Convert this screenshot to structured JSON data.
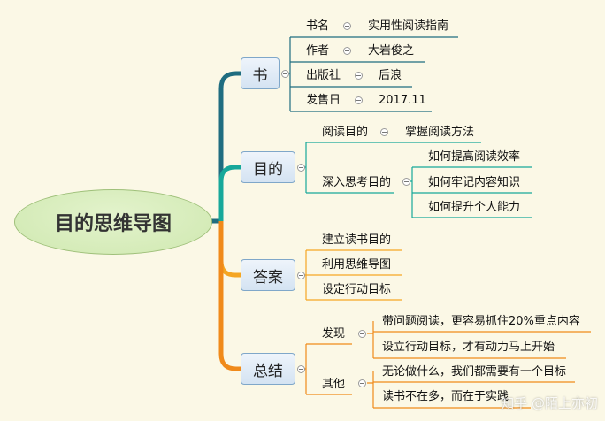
{
  "root": "目的思维导图",
  "branches": {
    "book": {
      "label": "书",
      "items": [
        {
          "label": "书名",
          "value": "实用性阅读指南"
        },
        {
          "label": "作者",
          "value": "大岩俊之"
        },
        {
          "label": "出版社",
          "value": "后浪"
        },
        {
          "label": "发售日",
          "value": "2017.11"
        }
      ]
    },
    "purpose": {
      "label": "目的",
      "reading_goal": {
        "label": "阅读目的",
        "value": "掌握阅读方法"
      },
      "deep_goal": {
        "label": "深入思考目的",
        "items": [
          "如何提高阅读效率",
          "如何牢记内容知识",
          "如何提升个人能力"
        ]
      }
    },
    "answer": {
      "label": "答案",
      "items": [
        "建立读书目的",
        "利用思维导图",
        "设定行动目标"
      ]
    },
    "summary": {
      "label": "总结",
      "discover": {
        "label": "发现",
        "items": [
          "带问题阅读，更容易抓住20%重点内容",
          "设立行动目标，才有动力马上开始"
        ]
      },
      "other": {
        "label": "其他",
        "items": [
          "无论做什么，我们都需要有一个目标",
          "读书不在多，而在于实践"
        ]
      }
    }
  },
  "colors": {
    "book": "#1f6d80",
    "purpose": "#17a89a",
    "answer": "#f5a623",
    "summary": "#f08a1a",
    "background": "#fbf8e6"
  },
  "watermark": "知乎 @陌上亦初"
}
